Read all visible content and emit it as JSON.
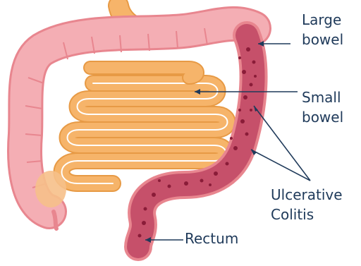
{
  "labels": {
    "large_bowel": [
      "Large",
      "bowel"
    ],
    "small_bowel": [
      "Small",
      "bowel"
    ],
    "ulcerative_colitis": [
      "Ulcerative",
      "Colitis"
    ],
    "rectum": "Rectum"
  },
  "colors": {
    "large_bowel_fill": "#f4aeb4",
    "large_bowel_outline": "#e8868f",
    "small_bowel_fill": "#f6b46a",
    "small_bowel_outline": "#e79a45",
    "inflamed_fill": "#c6506a",
    "inflamed_spots": "#8a1c38",
    "pointer_line": "#1f3a5a",
    "label_text": "#1f3a5a"
  }
}
